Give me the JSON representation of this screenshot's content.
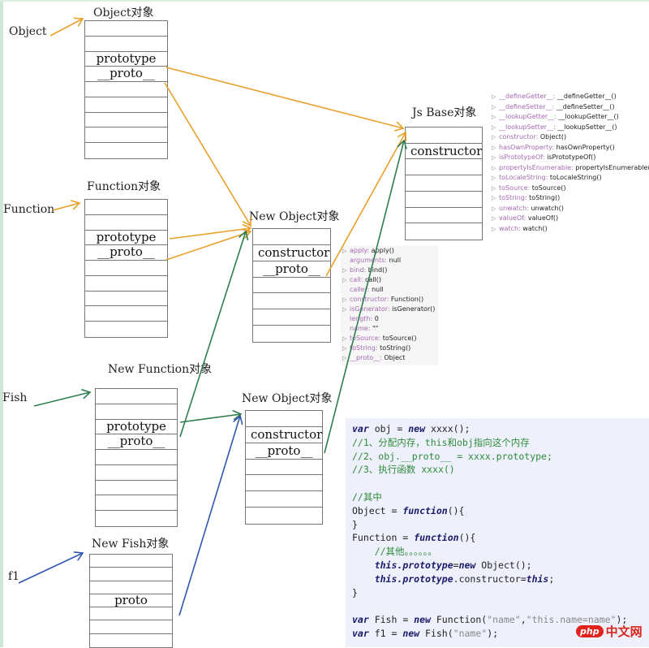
{
  "colors": {
    "orange_arrow": "#e8a12b",
    "green_arrow": "#2e7d4f",
    "blue_arrow": "#2f57b0",
    "code_bg": "#eef1fb",
    "comment": "#2e8b3a"
  },
  "variables": {
    "object": "Object",
    "function": "Function",
    "fish": "Fish",
    "f1": "f1"
  },
  "boxes": {
    "object_obj": {
      "title": "Object对象",
      "cells": [
        "",
        "",
        "prototype",
        "__proto__",
        "",
        "",
        "",
        "",
        ""
      ]
    },
    "function_obj": {
      "title": "Function对象",
      "cells": [
        "",
        "",
        "prototype",
        "__proto__",
        "",
        "",
        "",
        "",
        ""
      ]
    },
    "js_base": {
      "title": "Js Base对象",
      "cells": [
        "",
        "constructor",
        "",
        "",
        "",
        "",
        ""
      ]
    },
    "new_object_1": {
      "title": "New Object对象",
      "cells": [
        "",
        "constructor",
        "__proto__",
        "",
        "",
        "",
        ""
      ]
    },
    "new_function": {
      "title": "New Function对象",
      "cells": [
        "",
        "",
        "prototype",
        "__proto__",
        "",
        "",
        "",
        "",
        ""
      ]
    },
    "new_object_2": {
      "title": "New Object对象",
      "cells": [
        "",
        "constructor",
        "__proto__",
        "",
        "",
        "",
        ""
      ]
    },
    "new_fish": {
      "title": "New Fish对象",
      "cells": [
        "",
        "",
        "",
        "__proto__",
        "",
        "",
        ""
      ]
    }
  },
  "object_props": [
    {
      "expandable": true,
      "key": "__defineGetter__",
      "value": "__defineGetter__()"
    },
    {
      "expandable": true,
      "key": "__defineSetter__",
      "value": "__defineSetter__()"
    },
    {
      "expandable": true,
      "key": "__lookupGetter__",
      "value": "__lookupGetter__()"
    },
    {
      "expandable": true,
      "key": "__lookupSetter__",
      "value": "__lookupSetter__()"
    },
    {
      "expandable": true,
      "key": "constructor",
      "value": "Object()"
    },
    {
      "expandable": true,
      "key": "hasOwnProperty",
      "value": "hasOwnProperty()"
    },
    {
      "expandable": true,
      "key": "isPrototypeOf",
      "value": "isPrototypeOf()"
    },
    {
      "expandable": true,
      "key": "propertyIsEnumerable",
      "value": "propertyIsEnumerable()"
    },
    {
      "expandable": true,
      "key": "toLocaleString",
      "value": "toLocaleString()"
    },
    {
      "expandable": true,
      "key": "toSource",
      "value": "toSource()"
    },
    {
      "expandable": true,
      "key": "toString",
      "value": "toString()"
    },
    {
      "expandable": true,
      "key": "unwatch",
      "value": "unwatch()"
    },
    {
      "expandable": true,
      "key": "valueOf",
      "value": "valueOf()"
    },
    {
      "expandable": true,
      "key": "watch",
      "value": "watch()"
    }
  ],
  "function_props": [
    {
      "expandable": true,
      "key": "apply",
      "value": "apply()"
    },
    {
      "expandable": false,
      "key": "arguments",
      "value": "null"
    },
    {
      "expandable": true,
      "key": "bind",
      "value": "bind()"
    },
    {
      "expandable": true,
      "key": "call",
      "value": "call()"
    },
    {
      "expandable": false,
      "key": "caller",
      "value": "null"
    },
    {
      "expandable": true,
      "key": "constructor",
      "value": "Function()"
    },
    {
      "expandable": true,
      "key": "isGenerator",
      "value": "isGenerator()"
    },
    {
      "expandable": false,
      "key": "length",
      "value": "0"
    },
    {
      "expandable": false,
      "key": "name",
      "value": "\"\""
    },
    {
      "expandable": true,
      "key": "toSource",
      "value": "toSource()"
    },
    {
      "expandable": true,
      "key": "toString",
      "value": "toString()"
    },
    {
      "expandable": true,
      "key": "__proto__",
      "value": "Object"
    }
  ],
  "code": [
    [
      {
        "t": "var",
        "c": "kw"
      },
      {
        "t": " obj = "
      },
      {
        "t": "new",
        "c": "kw"
      },
      {
        "t": " xxxx();"
      }
    ],
    [
      {
        "t": "//1、分配内存，this和obj指向这个内存",
        "c": "cm"
      }
    ],
    [
      {
        "t": "//2、obj.__proto__ = xxxx.prototype;",
        "c": "cm"
      }
    ],
    [
      {
        "t": "//3、执行函数 xxxx()",
        "c": "cm"
      }
    ],
    [
      {
        "t": ""
      }
    ],
    [
      {
        "t": "//其中",
        "c": "cm"
      }
    ],
    [
      {
        "t": "Object = "
      },
      {
        "t": "function",
        "c": "it"
      },
      {
        "t": "(){"
      }
    ],
    [
      {
        "t": "}"
      }
    ],
    [
      {
        "t": "Function = "
      },
      {
        "t": "function",
        "c": "it"
      },
      {
        "t": "(){"
      }
    ],
    [
      {
        "t": "    "
      },
      {
        "t": "//其他。。。。。。",
        "c": "cm"
      }
    ],
    [
      {
        "t": "    "
      },
      {
        "t": "this.prototype",
        "c": "it"
      },
      {
        "t": "="
      },
      {
        "t": "new",
        "c": "kw"
      },
      {
        "t": " Object();"
      }
    ],
    [
      {
        "t": "    "
      },
      {
        "t": "this.prototype",
        "c": "it"
      },
      {
        "t": ".constructor="
      },
      {
        "t": "this",
        "c": "it"
      },
      {
        "t": ";"
      }
    ],
    [
      {
        "t": "}"
      }
    ],
    [
      {
        "t": ""
      }
    ],
    [
      {
        "t": "var",
        "c": "kw"
      },
      {
        "t": " Fish = "
      },
      {
        "t": "new",
        "c": "kw"
      },
      {
        "t": " Function("
      },
      {
        "t": "\"name\"",
        "c": "str"
      },
      {
        "t": ","
      },
      {
        "t": "\"this.name=name\"",
        "c": "str"
      },
      {
        "t": ");"
      }
    ],
    [
      {
        "t": "var",
        "c": "kw"
      },
      {
        "t": " f1 = "
      },
      {
        "t": "new",
        "c": "kw"
      },
      {
        "t": " Fish("
      },
      {
        "t": "\"name\"",
        "c": "str"
      },
      {
        "t": ");"
      }
    ]
  ],
  "watermark": {
    "badge": "php",
    "text": "中文网"
  }
}
